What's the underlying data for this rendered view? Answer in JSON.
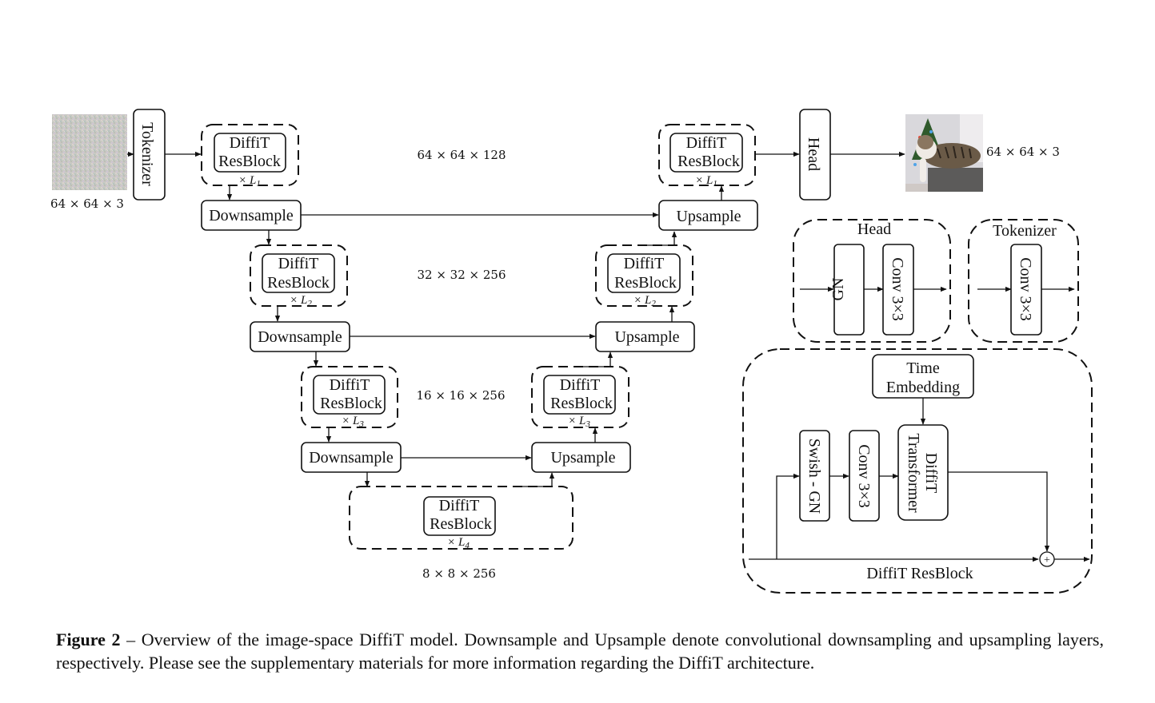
{
  "input": {
    "dims_label": "64 × 64 × 3",
    "image": "noise-image"
  },
  "output": {
    "dims_label": "64 × 64 × 3",
    "image": "cat-photo"
  },
  "tokenizer_label": "Tokenizer",
  "head_label": "Head",
  "unet": {
    "resblock_line1": "DiffiT",
    "resblock_line2": "ResBlock",
    "downsample_label": "Downsample",
    "upsample_label": "Upsample",
    "levels": [
      {
        "dims": "64 × 64 × 128",
        "repeat": "× L",
        "sub": "1"
      },
      {
        "dims": "32 × 32 × 256",
        "repeat": "× L",
        "sub": "2"
      },
      {
        "dims": "16 × 16 × 256",
        "repeat": "× L",
        "sub": "3"
      },
      {
        "dims": "8 × 8 × 256",
        "repeat": "× L",
        "sub": "4"
      }
    ]
  },
  "head_detail": {
    "title": "Head",
    "blocks": [
      "GN",
      "Conv 3×3"
    ]
  },
  "tokenizer_detail": {
    "title": "Tokenizer",
    "blocks": [
      "Conv 3×3"
    ]
  },
  "resblock_detail": {
    "title": "DiffiT ResBlock",
    "time_embedding_line1": "Time",
    "time_embedding_line2": "Embedding",
    "blocks": [
      "Swish - GN",
      "Conv 3×3"
    ],
    "transformer_line1": "DiffiT",
    "transformer_line2": "Transformer",
    "sum_symbol": "+"
  },
  "caption": {
    "label": "Figure 2",
    "text": " – Overview of the image-space DiffiT model. Downsample and Upsample denote convolutional downsampling and upsampling layers, respectively. Please see the supplementary materials for more information regarding the DiffiT architecture."
  }
}
